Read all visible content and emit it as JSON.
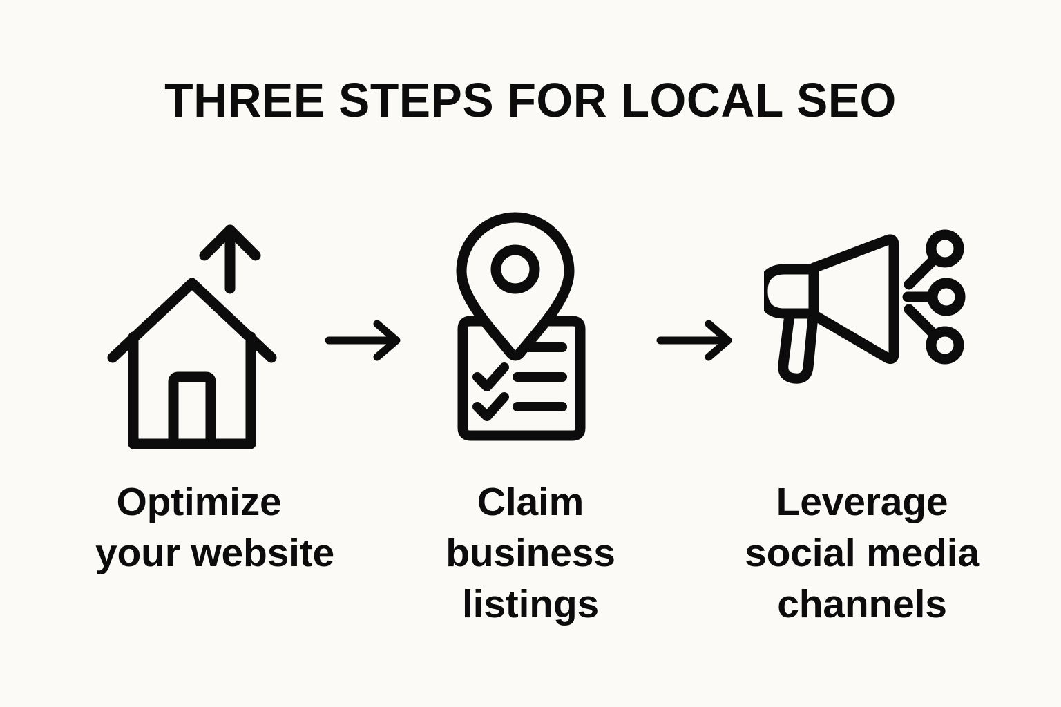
{
  "page": {
    "background_color": "#FBFAF6",
    "ink_color": "#0C0C0C",
    "title": "THREE STEPS FOR LOCAL SEO"
  },
  "steps": [
    {
      "index": "1",
      "icon_name": "house-with-up-arrow-icon",
      "icon_label": "house with upward arrow",
      "caption_lines": [
        "Optimize",
        "your website"
      ],
      "caption_full": "Optimize your website"
    },
    {
      "index": "2",
      "icon_name": "map-pin-checklist-icon",
      "icon_label": "map pin over checklist document",
      "caption_lines": [
        "Claim",
        "business",
        "listings"
      ],
      "caption_full": "Claim business listings"
    },
    {
      "index": "3",
      "icon_name": "megaphone-broadcast-icon",
      "icon_label": "megaphone broadcasting to three nodes",
      "caption_lines": [
        "Leverage",
        "social media",
        "channels"
      ],
      "caption_full": "Leverage social media channels"
    }
  ],
  "connectors": [
    {
      "name": "arrow-right-icon",
      "label": "arrow pointing right"
    },
    {
      "name": "arrow-right-icon",
      "label": "arrow pointing right"
    }
  ]
}
